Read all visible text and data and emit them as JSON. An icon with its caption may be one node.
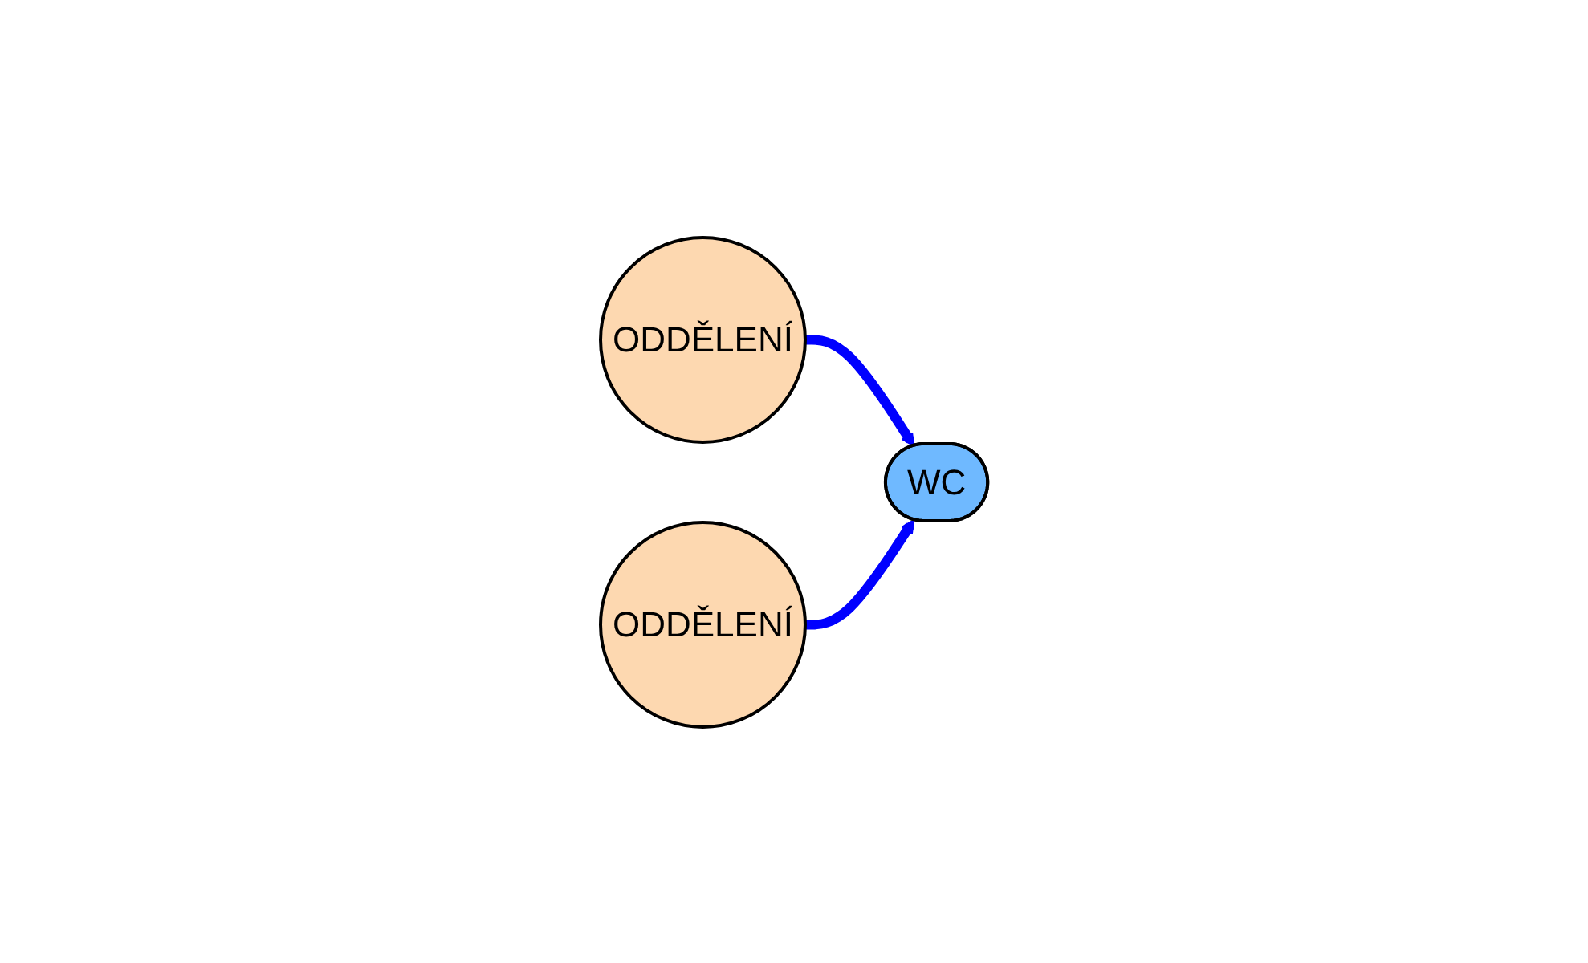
{
  "diagram": {
    "nodes": [
      {
        "text": [
          "ODDĚLENÍ"
        ]
      },
      {
        "text": [
          "WC"
        ]
      },
      {
        "text": [
          "ODDĚLENÍ"
        ]
      }
    ],
    "edges": [
      {
        "from": 0,
        "to": 1,
        "arrow": "to"
      },
      {
        "from": 2,
        "to": 1,
        "arrow": "to"
      }
    ]
  }
}
